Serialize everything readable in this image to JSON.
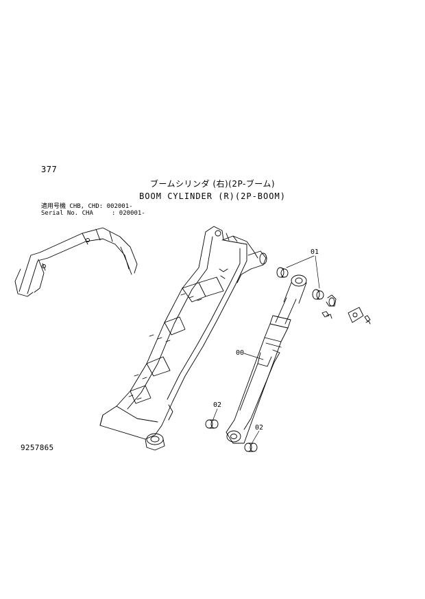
{
  "header": {
    "page_number": "377",
    "title_jp": "ブームシリンダ (右)(2P-ブーム)",
    "title_en": "BOOM CYLINDER (R)(2P-BOOM)"
  },
  "serial": {
    "row1": "適用号機 CHB, CHD: 002001-",
    "row2": "Serial No. CHA     : 020001-"
  },
  "callouts": {
    "c01": "01",
    "c00": "00",
    "c02a": "02",
    "c02b": "02"
  },
  "footer": {
    "doc_number": "9257865"
  }
}
